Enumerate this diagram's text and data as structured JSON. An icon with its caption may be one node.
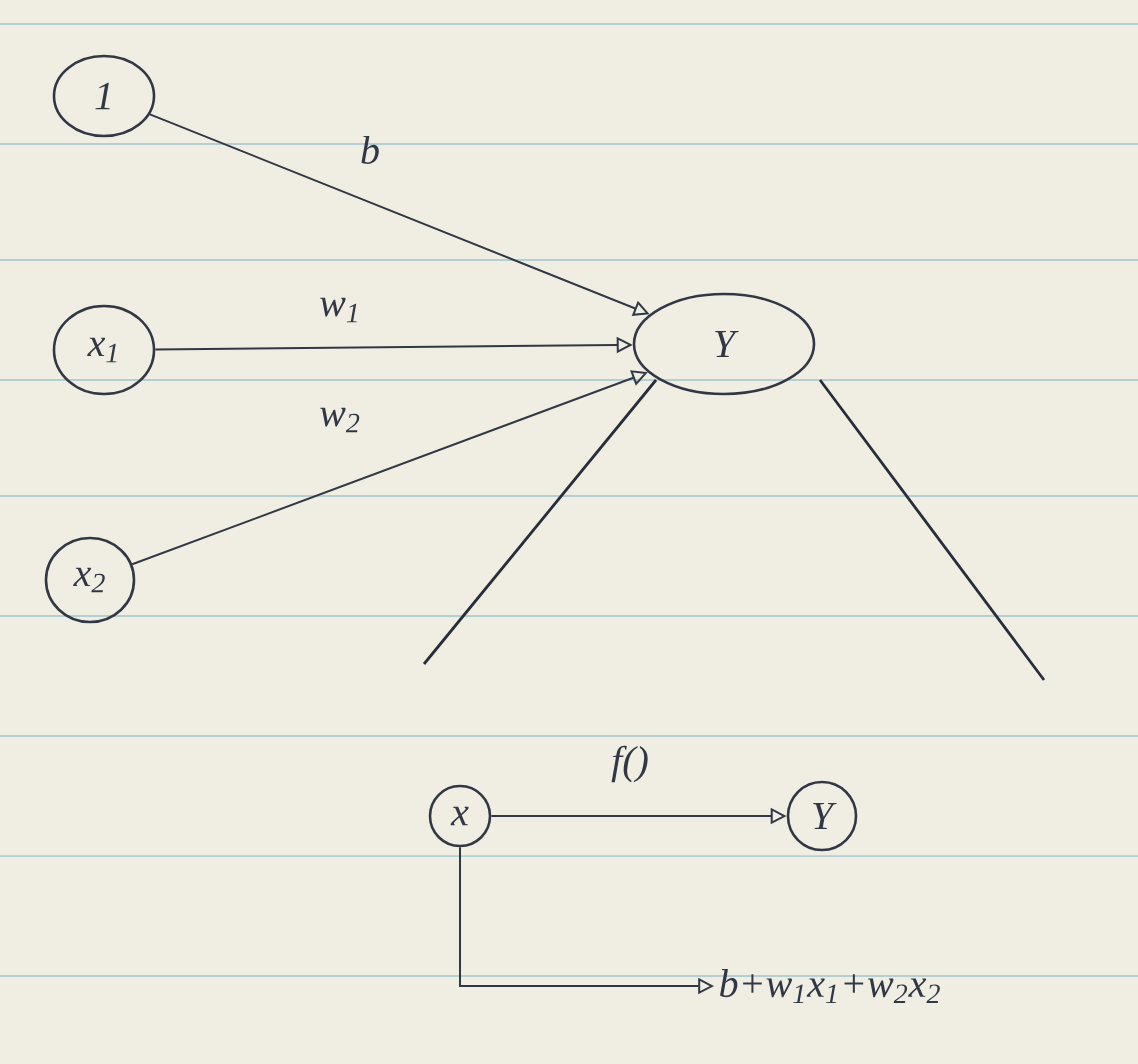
{
  "diagram": {
    "nodes": [
      {
        "text": [
          "1"
        ]
      },
      {
        "text": [
          "x$_{1}$"
        ]
      },
      {
        "text": [
          "x$_{2}$"
        ]
      },
      {
        "text": [
          "Y"
        ]
      },
      {
        "text": [
          "x"
        ]
      },
      {
        "text": [
          "Y"
        ]
      },
      {
        "text": [
          "b+w$_{1}$x$_{1}$+w$_{2}$x$_{2}$"
        ]
      }
    ],
    "edges": [
      {
        "from": 0,
        "to": 3,
        "arrow": "to",
        "label": "b"
      },
      {
        "from": 1,
        "to": 3,
        "arrow": "to",
        "label": "w$_{1}$"
      },
      {
        "from": 2,
        "to": 3,
        "arrow": "to",
        "label": "w$_{2}$"
      },
      {
        "from": 4,
        "to": 5,
        "arrow": "to",
        "label": "f()"
      },
      {
        "from": 4,
        "to": 6,
        "arrow": "to"
      }
    ]
  }
}
